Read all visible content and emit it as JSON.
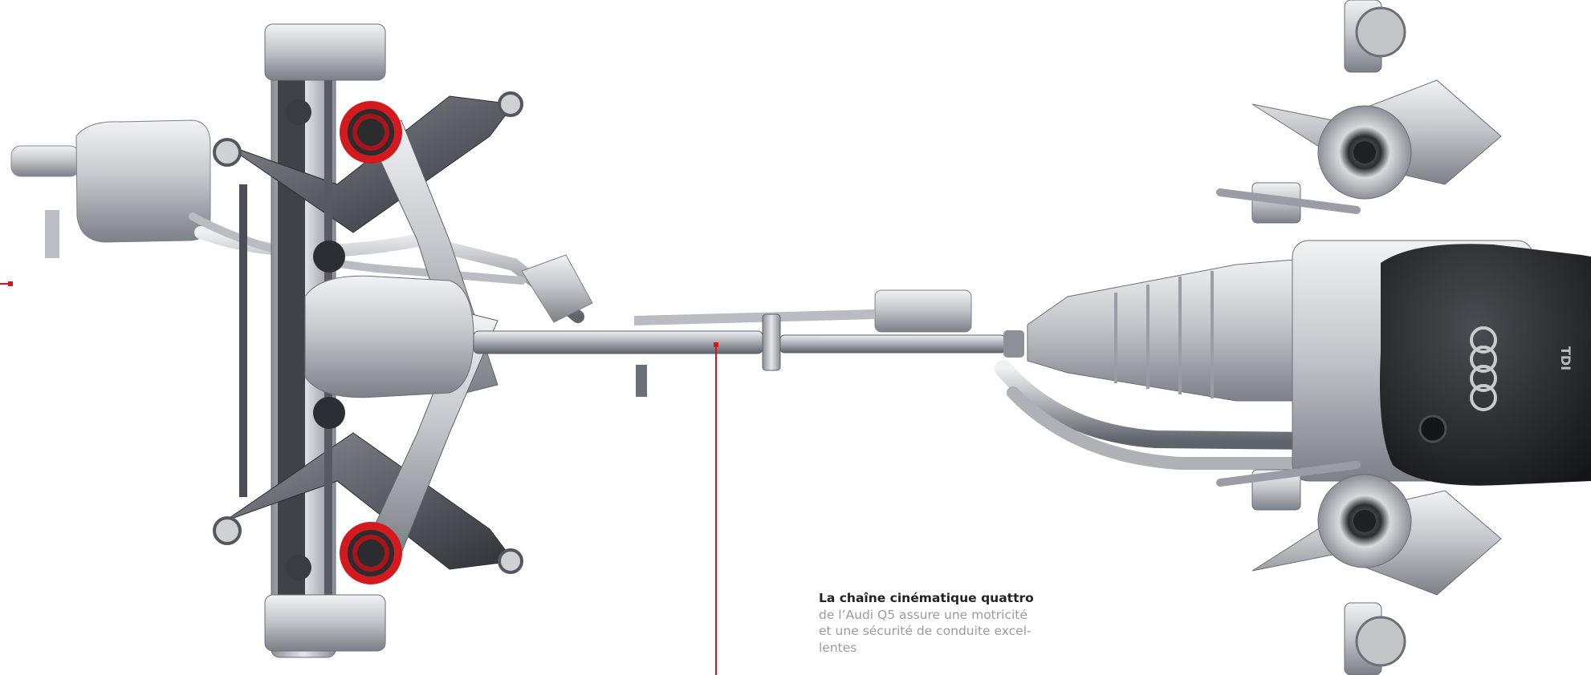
{
  "caption": {
    "title": "La chaîne cinématique quattro",
    "line1": "de l’Audi Q5 assure une motricité",
    "line2": "et une sécurité de conduite excel-",
    "line3": "lentes"
  },
  "colors": {
    "callout_line": "#d8131b",
    "spring_red": "#d21a1f",
    "engine_cover": "#222326",
    "metal_light": "#dcdde0",
    "metal_mid": "#a7aab0",
    "metal_dark": "#55585f"
  },
  "engine_cover": {
    "badge_rings": "four-rings-logo",
    "badge_text": "TDI"
  }
}
